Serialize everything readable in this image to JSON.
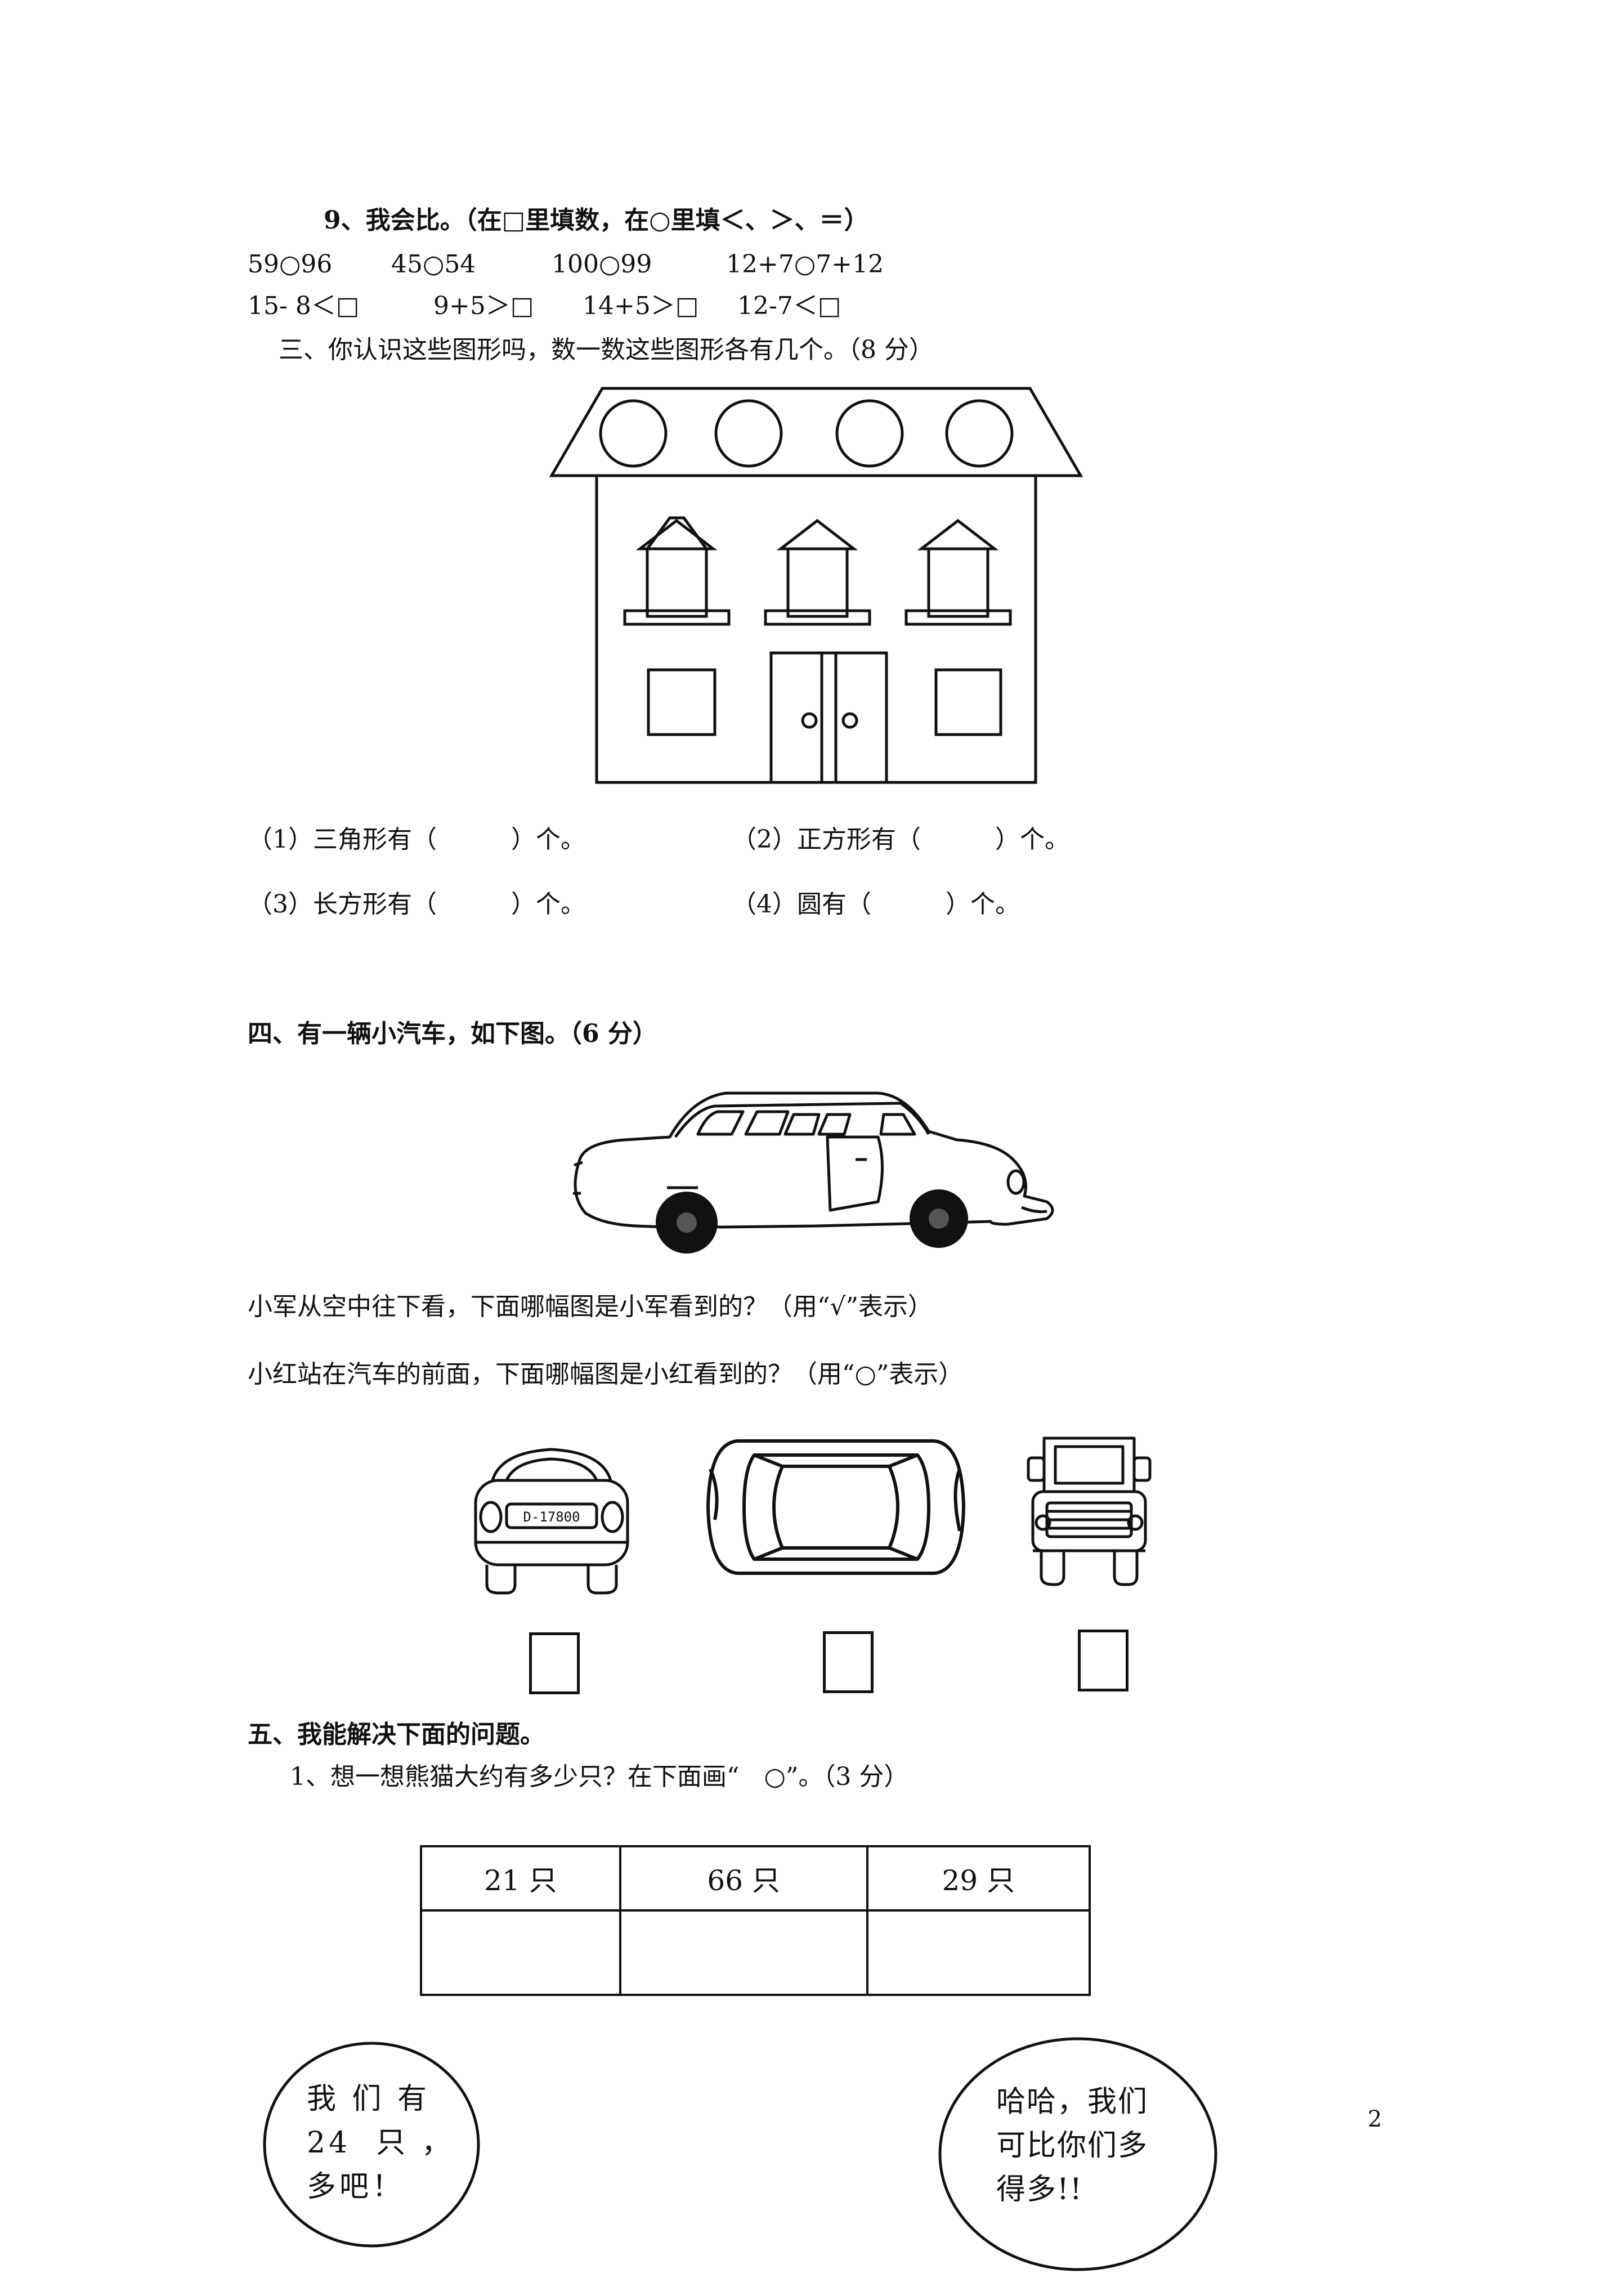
{
  "q9": {
    "title": "9、我会比。（在□里填数，在○里填＜、＞、＝）",
    "row1": [
      "59○96",
      "45○54",
      "100○99",
      "12+7○7+12"
    ],
    "row2": [
      "15- 8＜□",
      "9+5＞□",
      "14+5＞□",
      "12-7＜□"
    ]
  },
  "sec3": {
    "title": "三、你认识这些图形吗，数一数这些图形各有几个。（8 分）",
    "q1": "（1）三角形有（　　　）个。",
    "q2": "（2）正方形有（　　　）个。",
    "q3": "（3）长方形有（　　　）个。",
    "q4": "（4）圆有（　　　）个。"
  },
  "sec4": {
    "title": "四、有一辆小汽车，如下图。（6 分）",
    "line1": "小军从空中往下看，下面哪幅图是小军看到的？（用“√”表示）",
    "line2": "小红站在汽车的前面，下面哪幅图是小红看到的？（用“○”表示）",
    "plate": "D-17800"
  },
  "sec5": {
    "title": "五、我能解决下面的问题。",
    "q1": "1、想一想熊猫大约有多少只？在下面画“　○”。（3 分）",
    "table_headers": [
      "21 只",
      "66 只",
      "29 只"
    ],
    "bubble_left": "我 们 有\n24  只 ，\n多吧！",
    "bubble_right": "哈哈，我们\n可比你们多\n得多!!"
  },
  "page_number": "2"
}
